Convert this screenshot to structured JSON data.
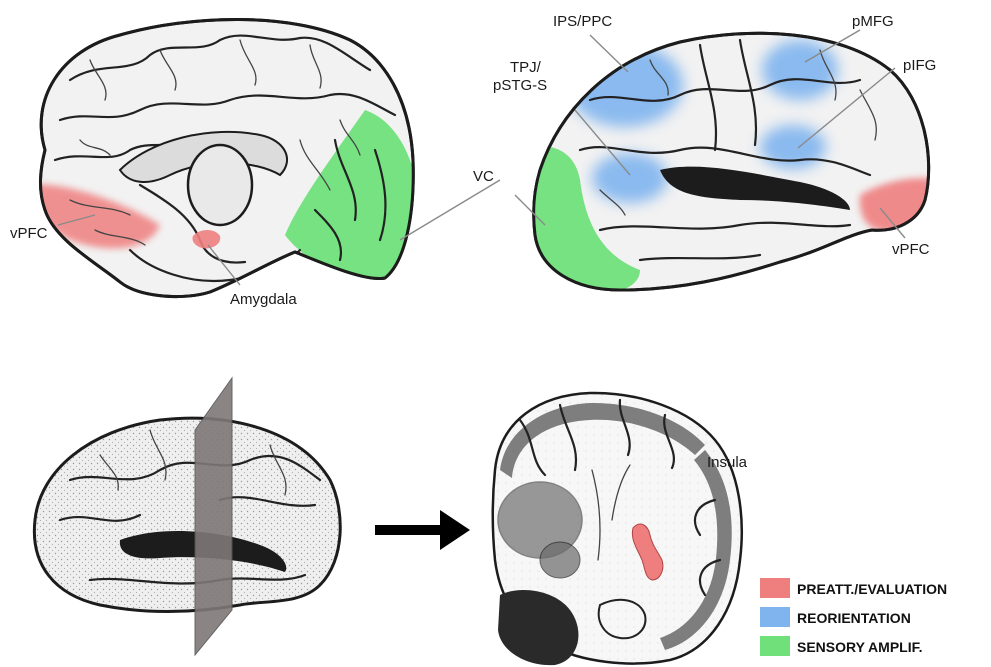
{
  "labels": {
    "medial_vpfc": "vPFC",
    "amygdala": "Amygdala",
    "vc": "VC",
    "ips_ppc": "IPS/PPC",
    "tpj_line1": "TPJ/",
    "tpj_line2": "pSTG-S",
    "pmfg": "pMFG",
    "pifg": "pIFG",
    "lateral_vpfc": "vPFC",
    "insula": "Insula"
  },
  "legend": [
    {
      "label": "PREATT./EVALUATION",
      "color": "#ef7f7f"
    },
    {
      "label": "REORIENTATION",
      "color": "#7fb4ef"
    },
    {
      "label": "SENSORY AMPLIF.",
      "color": "#6fe07a"
    }
  ],
  "colors": {
    "preattentive": "#ef7f7f",
    "reorientation": "#7fb4ef",
    "sensory": "#6fe07a",
    "slice_plane": "#7f7777",
    "arrow": "#000000"
  }
}
